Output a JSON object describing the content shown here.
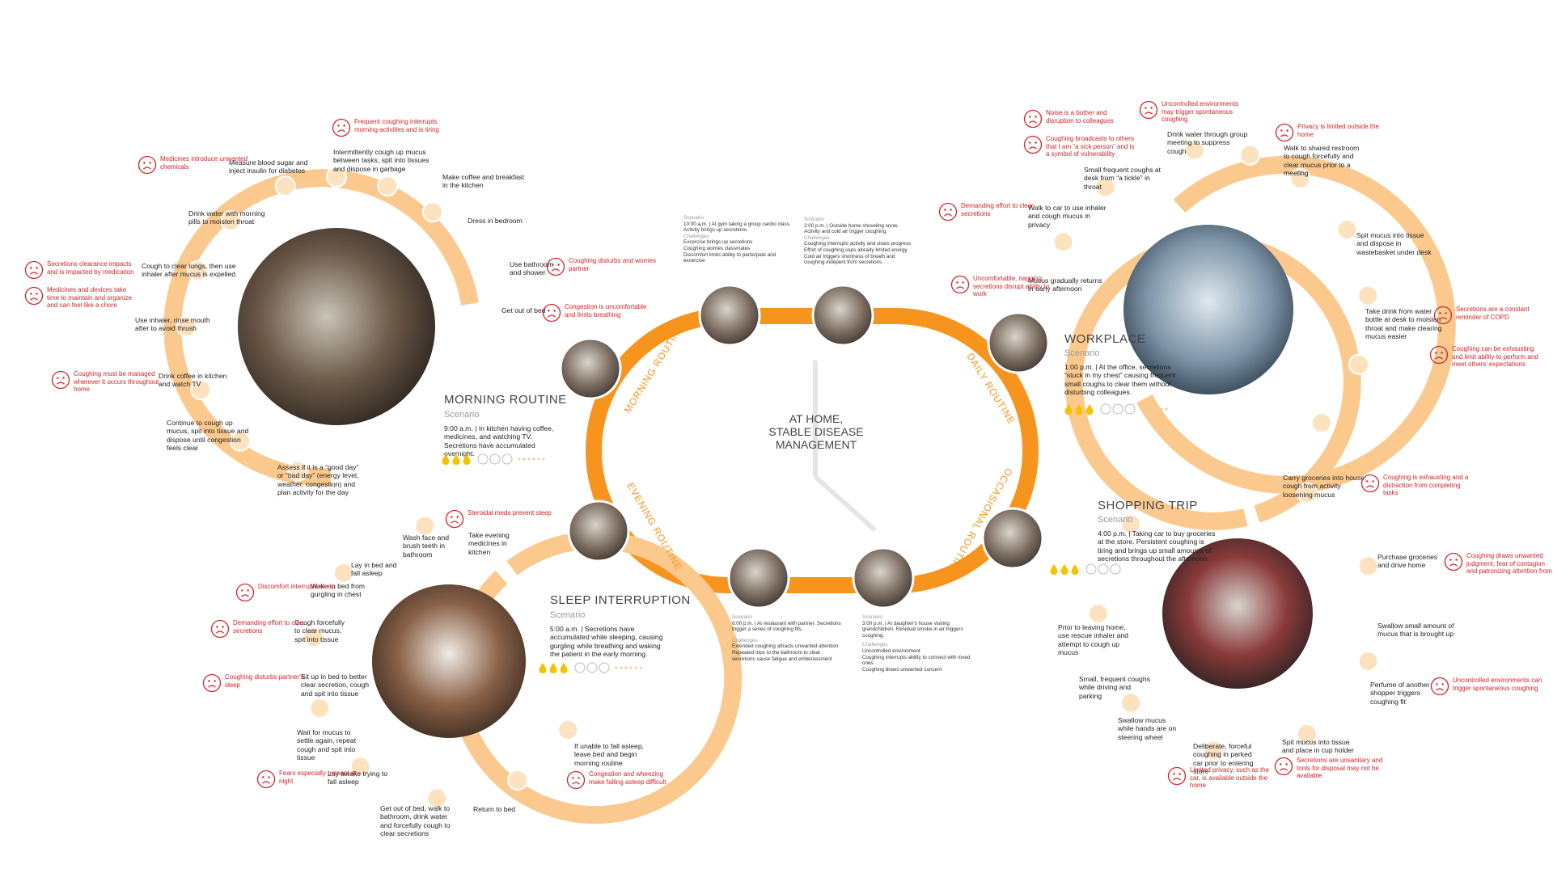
{
  "center": {
    "line1": "AT HOME,",
    "line2": "STABLE DISEASE",
    "line3": "MANAGEMENT"
  },
  "track_labels": {
    "morning": "MORNING ROUTINE",
    "daily": "DAILY ROUTINE",
    "occasional": "OCCASIONAL ROUTINE",
    "evening": "EVENING ROUTINE"
  },
  "colors": {
    "accent": "#f7941d",
    "arc": "#fbc98e",
    "arc_light": "#fde2c0",
    "pain": "#d2232a",
    "drop": "#f5c200"
  },
  "morning": {
    "title": "MORNING ROUTINE",
    "sub": "Scenario",
    "desc": "9:00 a.m. | In kitchen having coffee, medicines, and watching TV. Secretions have accumulated overnight.",
    "steps": [
      "Measure blood sugar and inject insulin for diabetes",
      "Intermittently cough up mucus between tasks, spit into tissues and dispose in garbage",
      "Make coffee and breakfast in the kitchen",
      "Drink water with morning pills to moisten throat",
      "Dress in bedroom",
      "Use bathroom and shower",
      "Cough to clear lungs, then use inhaler after mucus is expelled",
      "Get out of bed",
      "Use inhaler, rinse mouth after to avoid thrush",
      "Drink coffee in kitchen and watch TV",
      "Continue to cough up mucus, spit into tissue and dispose until congestion feels clear",
      "Assess if it is a “good day” or “bad day” (energy level, weather, congestion) and plan activity for the day"
    ],
    "pains": [
      "Frequent coughing interrupts morning activities and is tiring",
      "Medicines introduce unwanted chemicals",
      "Coughing disturbs and worries partner",
      "Secretions clearance impacts and is impacted by medication",
      "Medicines and devices take time to maintain and organize and can feel like a chore",
      "Congestion is uncomfortable and limits breathing",
      "Coughing must be managed wherever it occurs throughout home"
    ]
  },
  "workplace": {
    "title": "WORKPLACE",
    "sub": "Scenario",
    "desc": "1:00 p.m. | At the office, secretions “stuck in my chest” causing frequent small coughs to clear them without disturbing colleagues.",
    "steps": [
      "Drink water through group meeting to suppress cough",
      "Walk to shared restroom to cough forcefully and clear mucus prior to a meeting",
      "Small frequent coughs at desk from “a tickle” in throat",
      "Walk to car to use inhaler and cough mucus in privacy",
      "Spit mucus into tissue and dispose in wastebasket under desk",
      "Mucus gradually returns in early afternoon",
      "Take drink from water bottle at desk to moisten throat and make clearing mucus easier"
    ],
    "pains": [
      "Noise is a bother and disruption to colleagues",
      "Uncontrolled environments may trigger spontaneous coughing",
      "Coughing broadcasts to others that I am “a sick person” and is a symbol of vulnerability",
      "Privacy is limited outside the home",
      "Demanding effort to clear secretions",
      "Uncomfortable, nagging secretions disrupt ability to work",
      "Secretions are a constant reminder of COPD",
      "Coughing can be exhausting and limit ability to perform and meet others’ expectations"
    ]
  },
  "shopping": {
    "title": "SHOPPING TRIP",
    "sub": "Scenario",
    "desc": "4:00 p.m. | Taking car to buy groceries at the store. Persistent coughing is tiring and brings up small amounts of secretions throughout the afternoon.",
    "steps": [
      "Carry groceries into house, cough from activity loosening mucus",
      "Purchase groceries and drive home",
      "Swallow small amount of mucus that is brought up",
      "Prior to leaving home, use rescue inhaler and attempt to cough up mucus",
      "Small, frequent coughs while driving and parking",
      "Perfume of another shopper triggers coughing fit",
      "Swallow mucus while hands are on steering wheel",
      "Deliberate, forceful coughing in parked car prior to entering store",
      "Spit mucus into tissue and place in cup holder"
    ],
    "pains": [
      "Coughing is exhausting and a distraction from completing tasks",
      "Coughing draws unwanted judgment, fear of contagion and patronizing attention from",
      "Uncontrolled environments can trigger spontaneous coughing",
      "Secretions are unsanitary and tools for disposal may not be available",
      "Limited privacy, such as the car, is available outside the home"
    ]
  },
  "sleep": {
    "title": "SLEEP INTERRUPTION",
    "sub": "Scenario",
    "desc": "5:00 a.m. | Secretions have accumulated while sleeping, causing gurgling while breathing and waking the patient in the early morning.",
    "steps": [
      "Wash face and brush teeth in bathroom",
      "Take evening medicines in kitchen",
      "Lay in bed and fall asleep",
      "Wake in bed from gurgling in chest",
      "Cough forcefully to clear mucus, spit into tissue",
      "Sit up in bed to better clear secretion, cough and spit into tissue",
      "Wait for mucus to settle again, repeat cough and spit into tissue",
      "Lay awake trying to fall asleep",
      "If unable to fall asleep, leave bed and begin morning routine",
      "Get out of bed, walk to bathroom, drink water and forcefully cough to clear secretions",
      "Return to bed"
    ],
    "pains": [
      "Steroidal meds prevent sleep",
      "Discomfort interrupts sleep",
      "Demanding effort to clear secretions",
      "Coughing disturbs partner’s sleep",
      "Fears especially present at night",
      "Congestion and wheezing make falling asleep difficult"
    ]
  },
  "scenarios": {
    "gym": {
      "label": "Scenario",
      "text": "10:00 a.m. | At gym taking a group cardio class. Activity brings up secretions.",
      "clabel": "Challenges",
      "challenges": "Excercise brings up secretions\nCoughing worries classmates\nDiscomfort limits ability to participate and excercise"
    },
    "snow": {
      "label": "Scenario",
      "text": "2:00 p.m. | Outside home shoveling snow. Activity and cold air trigger coughing.",
      "clabel": "Challenges",
      "challenges": "Coughing interrupts activity and slows progress\nEffort of coughing saps already limited energy\nCold air triggers shortness of breath and coughing indepent from secretions"
    },
    "restaurant": {
      "label": "Scenario",
      "text": "6:00 p.m. | At restaurant with partner. Secretions trigger a series of coughing fits.",
      "clabel": "Challenges",
      "challenges": "Extended coughing attracts unwanted attention\nRepeated trips to the bathroom to clear secretions cause fatigue and emberassment"
    },
    "daughter": {
      "label": "Scenario",
      "text": "3:00 p.m. | At daughter's house visiting grandchildren. Residual smoke in air triggers coughing.",
      "clabel": "Challenges",
      "challenges": "Uncontrolled environment\nCoughing interrupts ability to connect with loved ones\nCoughing draws unwanted concern"
    }
  }
}
